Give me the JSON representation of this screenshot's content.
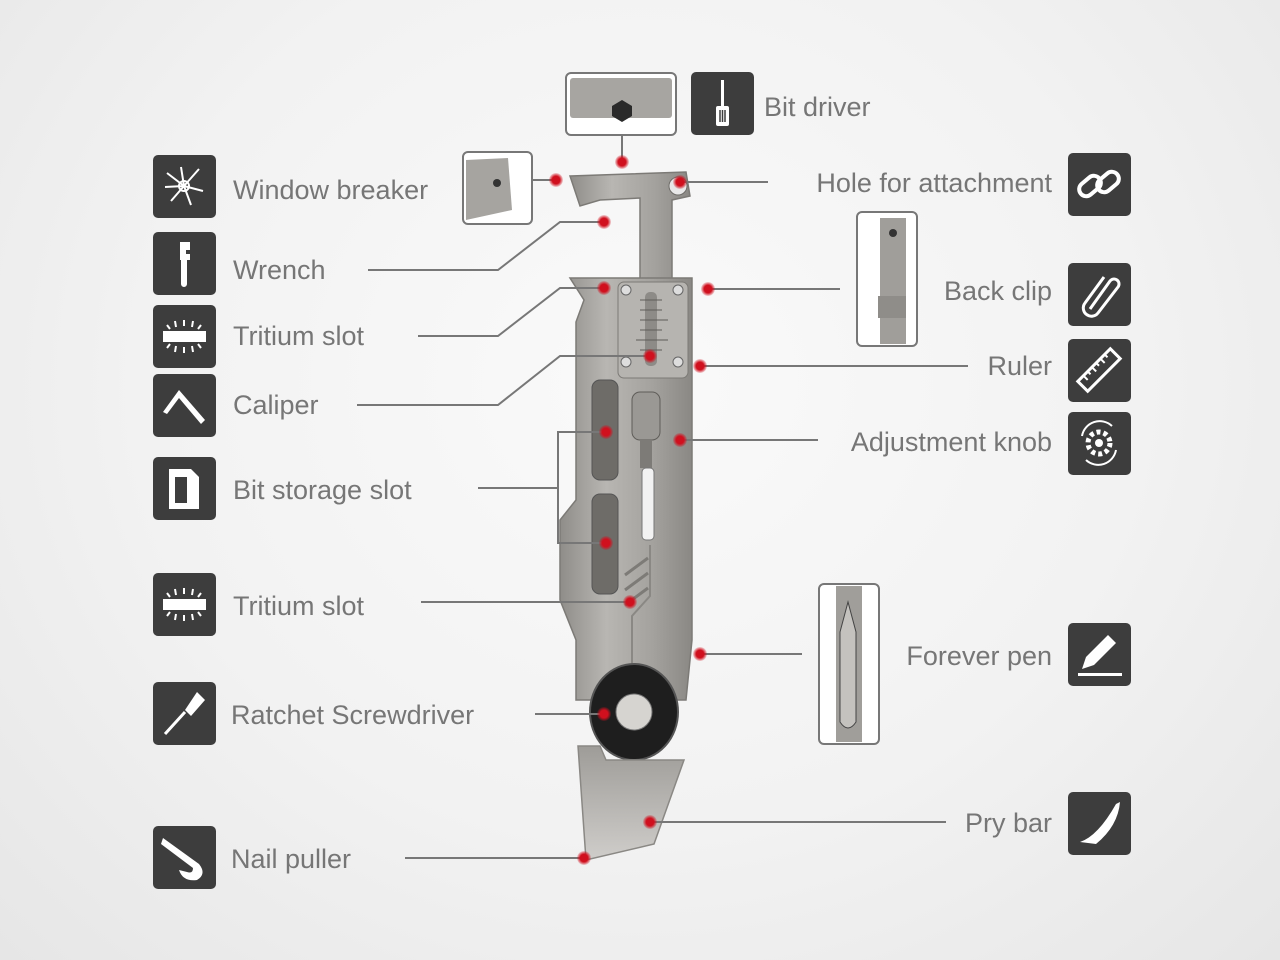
{
  "colors": {
    "icon_bg": "#3d3d3d",
    "label": "#767676",
    "leader": "#777777",
    "dot": "#d0101e",
    "metal": "#a9a7a3"
  },
  "left_features": [
    {
      "label": "Window breaker",
      "icon": "shattered-glass-icon"
    },
    {
      "label": "Wrench",
      "icon": "wrench-icon"
    },
    {
      "label": "Tritium slot",
      "icon": "glowing-tube-icon"
    },
    {
      "label": "Caliper",
      "icon": "caliper-icon"
    },
    {
      "label": "Bit storage slot",
      "icon": "bit-storage-icon"
    },
    {
      "label": "Tritium slot",
      "icon": "glowing-tube-icon"
    },
    {
      "label": "Ratchet Screwdriver",
      "icon": "screwdriver-icon"
    },
    {
      "label": "Nail puller",
      "icon": "nail-puller-icon"
    }
  ],
  "right_features": [
    {
      "label": "Bit driver",
      "icon": "screwdriver-icon"
    },
    {
      "label": "Hole for attachment",
      "icon": "chain-link-icon"
    },
    {
      "label": "Back clip",
      "icon": "paperclip-icon"
    },
    {
      "label": "Ruler",
      "icon": "ruler-icon"
    },
    {
      "label": "Adjustment knob",
      "icon": "gear-cycle-icon"
    },
    {
      "label": "Forever pen",
      "icon": "pen-icon"
    },
    {
      "label": "Pry bar",
      "icon": "pry-bar-icon"
    }
  ]
}
